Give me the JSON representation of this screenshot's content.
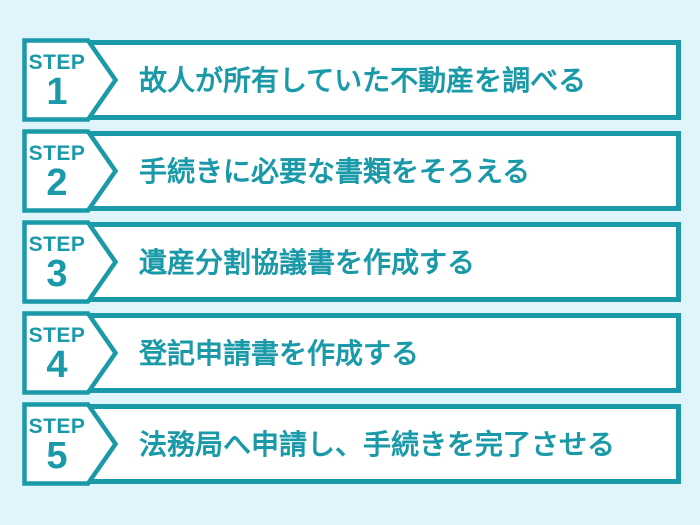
{
  "diagram": {
    "step_label": "STEP",
    "steps": [
      {
        "number": "1",
        "text": "故人が所有していた不動産を調べる"
      },
      {
        "number": "2",
        "text": "手続きに必要な書類をそろえる"
      },
      {
        "number": "3",
        "text": "遺産分割協議書を作成する"
      },
      {
        "number": "4",
        "text": "登記申請書を作成する"
      },
      {
        "number": "5",
        "text": "法務局へ申請し、手続きを完了させる"
      }
    ],
    "colors": {
      "accent_teal": "#1a9aa8",
      "background": "#dff4fb",
      "box_fill": "#ffffff",
      "badge_fill": "#ffffff"
    }
  }
}
